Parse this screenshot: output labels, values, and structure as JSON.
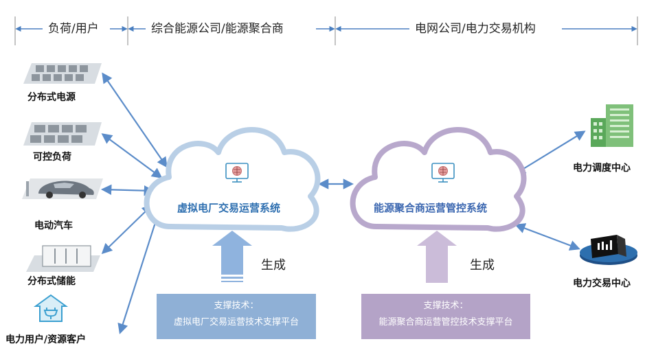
{
  "header": {
    "col1": "负荷/用户",
    "col2": "综合能源公司/能源聚合商",
    "col3": "电网公司/电力交易机构"
  },
  "left_items": [
    {
      "label": "分布式电源",
      "icon": "solar-panel-icon"
    },
    {
      "label": "可控负荷",
      "icon": "controllable-load-icon"
    },
    {
      "label": "电动汽车",
      "icon": "electric-car-icon"
    },
    {
      "label": "分布式储能",
      "icon": "energy-storage-icon"
    },
    {
      "label": "电力用户/资源客户",
      "icon": "house-plug-icon"
    }
  ],
  "clouds": {
    "vpp": {
      "title": "虚拟电厂交易运营系统",
      "icon": "brain-monitor-icon"
    },
    "agg": {
      "title": "能源聚合商运营管控系统",
      "icon": "brain-monitor-icon"
    }
  },
  "generate_label": "生成",
  "platforms": {
    "vpp": {
      "line1": "支撑技术：",
      "line2": "虚拟电厂交易运营技术支撑平台"
    },
    "agg": {
      "line1": "支撑技术：",
      "line2": "能源聚合商运营管控技术支撑平台"
    }
  },
  "right_items": [
    {
      "label": "电力调度中心",
      "icon": "building-icon"
    },
    {
      "label": "电力交易中心",
      "icon": "trading-center-icon"
    }
  ],
  "colors": {
    "arrow": "#5b8cc9",
    "vpp_cloud": "#b9cfe6",
    "vpp_text": "#2e6fb0",
    "agg_cloud": "#b8a8cc",
    "agg_text": "#3b67b0",
    "vpp_platform": "#8fb0d6",
    "agg_platform": "#b4a3c7"
  }
}
